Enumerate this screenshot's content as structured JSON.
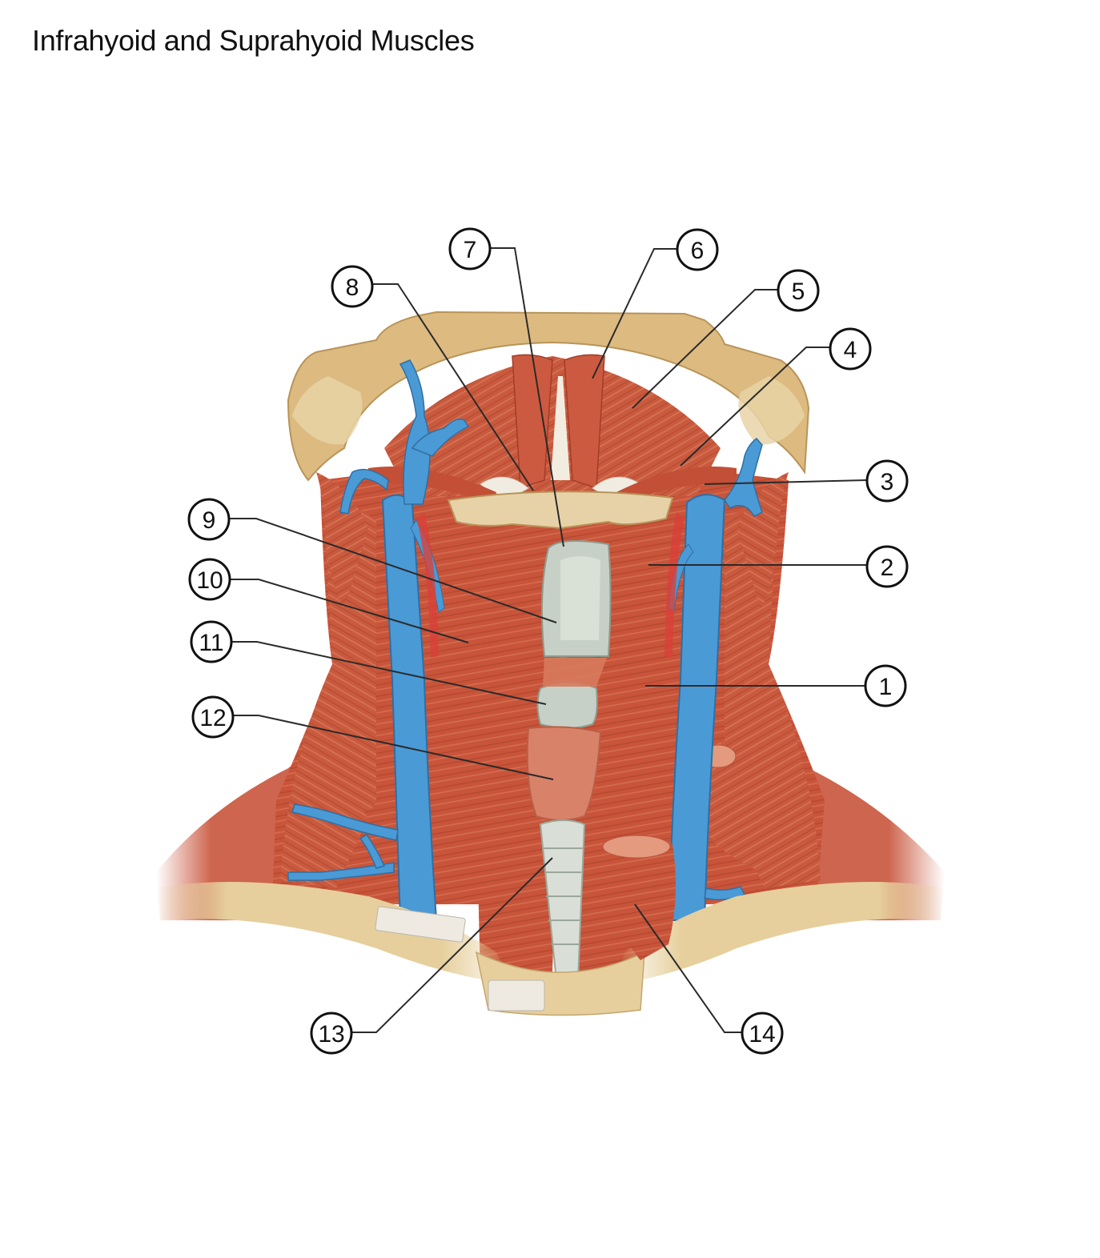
{
  "title": "Infrahyoid and Suprahyoid Muscles",
  "callouts": [
    "1",
    "2",
    "3",
    "4",
    "5",
    "6",
    "7",
    "8",
    "9",
    "10",
    "11",
    "12",
    "13",
    "14"
  ],
  "colors": {
    "muscle": "#c8543a",
    "muscle_dark": "#a33d27",
    "muscle_light": "#e08a6c",
    "vein": "#4a9ad6",
    "bone": "#d9b77e",
    "cartilage": "#c9d2c8",
    "tendon": "#f1ece2",
    "leader": "#2a2a2a"
  }
}
